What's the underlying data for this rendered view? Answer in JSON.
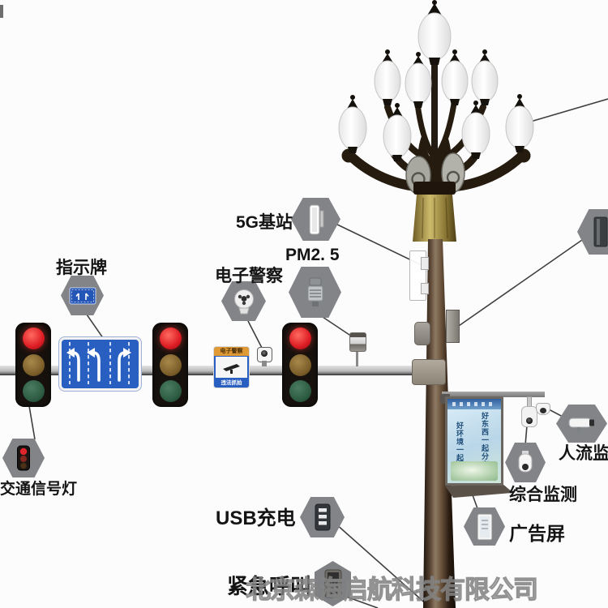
{
  "watermark": "北京森海启航科技有限公司",
  "labels": {
    "sign": "指示牌",
    "epolice": "电子警察",
    "pm25": "PM2. 5",
    "g5": "5G基站",
    "traffic": "交通信号灯",
    "usb": "USB充电",
    "emergency": "紧急呼叫",
    "people": "人流监测",
    "monitor": "综合监测",
    "ad": "广告屏"
  },
  "epolice_sign": {
    "top": "电子警察",
    "bottom": "违法抓拍"
  },
  "ad_screen": {
    "line1": "好东西一起分享",
    "line2": "好环境一起共建"
  },
  "colors": {
    "sign_blue": "#2a5fc2",
    "hex_gray": "#828488",
    "red_light": "#dd1c24",
    "pole_brown": "#4a3726",
    "watermark_gray": "#808080"
  }
}
